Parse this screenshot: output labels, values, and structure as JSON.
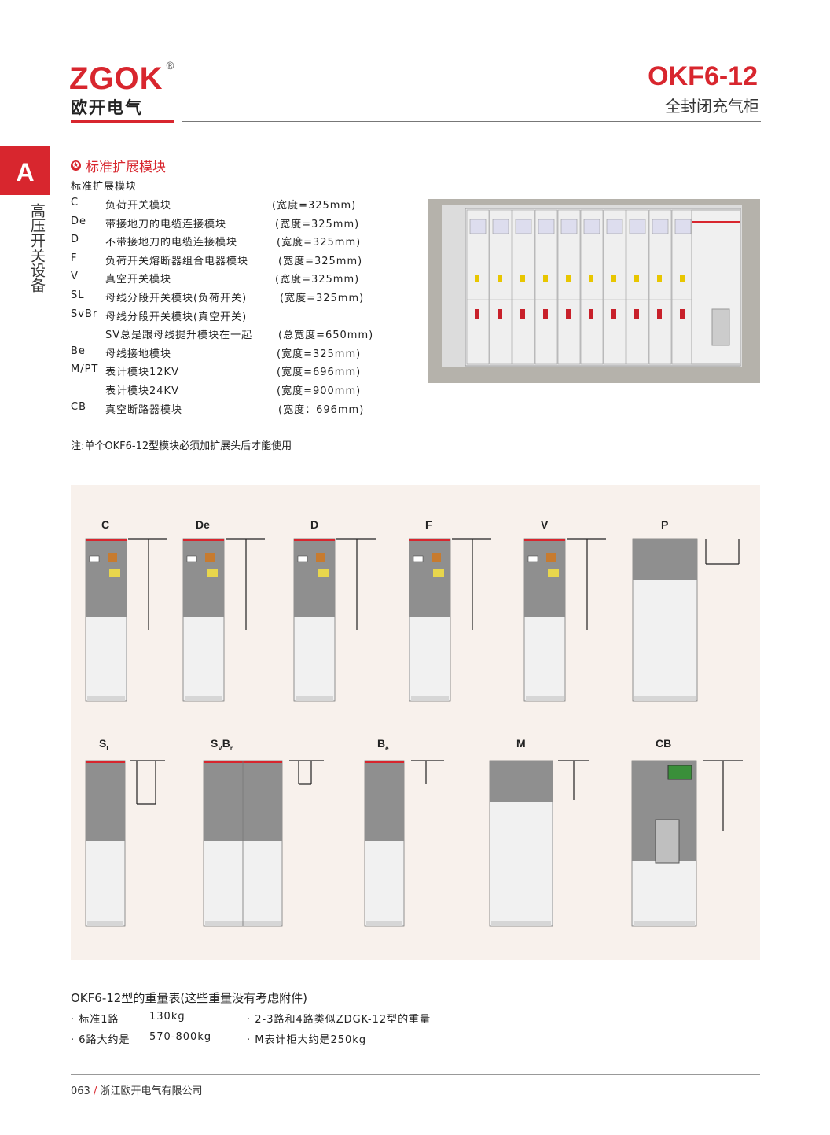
{
  "brand": {
    "logo": "ZGOK",
    "reg": "®",
    "cn_name": "欧开电气"
  },
  "header": {
    "model": "OKF6-12",
    "subtitle": "全封闭充气柜"
  },
  "section": {
    "letter": "A",
    "name": "高压开关设备"
  },
  "content": {
    "title": "标准扩展模块",
    "subtitle": "标准扩展模块",
    "modules": [
      {
        "code": "C",
        "name": "负荷开关模块",
        "width": "(宽度=325mm)"
      },
      {
        "code": "De",
        "name": "带接地刀的电缆连接模块",
        "width": "(宽度=325mm)"
      },
      {
        "code": "D",
        "name": "不带接地刀的电缆连接模块",
        "width": "(宽度=325mm)"
      },
      {
        "code": "F",
        "name": "负荷开关熔断器组合电器模块",
        "width": "(宽度=325mm)"
      },
      {
        "code": "V",
        "name": "真空开关模块",
        "width": "(宽度=325mm)"
      },
      {
        "code": "SL",
        "name": "母线分段开关模块(负荷开关)",
        "width": "(宽度=325mm)"
      },
      {
        "code": "SvBr",
        "name": "母线分段开关模块(真空开关)",
        "width": ""
      },
      {
        "code": "",
        "name": "SV总是跟母线提升模块在一起",
        "width": "(总宽度=650mm)"
      },
      {
        "code": "Be",
        "name": "母线接地模块",
        "width": "(宽度=325mm)"
      },
      {
        "code": "M/PT",
        "name": "表计模块12KV",
        "width": "(宽度=696mm)"
      },
      {
        "code": "",
        "name": "表计模块24KV",
        "width": "(宽度=900mm)"
      },
      {
        "code": "CB",
        "name": "真空断路器模块",
        "width": "(宽度：696mm)"
      }
    ],
    "note": "注:单个OKF6-12型模块必须加扩展头后才能使用"
  },
  "diagrams": {
    "row1": [
      "C",
      "De",
      "D",
      "F",
      "V",
      "P"
    ],
    "row2": [
      {
        "main": "S",
        "sub": "L"
      },
      {
        "main": "S",
        "sub": "V",
        "main2": "B",
        "sub2": "r"
      },
      {
        "main": "B",
        "sub": "e"
      },
      {
        "main": "M",
        "sub": ""
      },
      {
        "main": "CB",
        "sub": ""
      }
    ]
  },
  "weights": {
    "title": "OKF6-12型的重量表(这些重量没有考虑附件)",
    "items": [
      "· 标准1路",
      "130kg",
      "· 2-3路和4路类似ZDGK-12型的重量",
      "· 6路大约是",
      "570-800kg",
      "· M表计柜大约是250kg"
    ]
  },
  "footer": {
    "page": "063",
    "sep": "/",
    "company": "浙江欧开电气有限公司"
  },
  "colors": {
    "brand_red": "#d8262e",
    "diagram_bg": "#f8f1ec",
    "cabinet_gray": "#8f8f8f"
  }
}
